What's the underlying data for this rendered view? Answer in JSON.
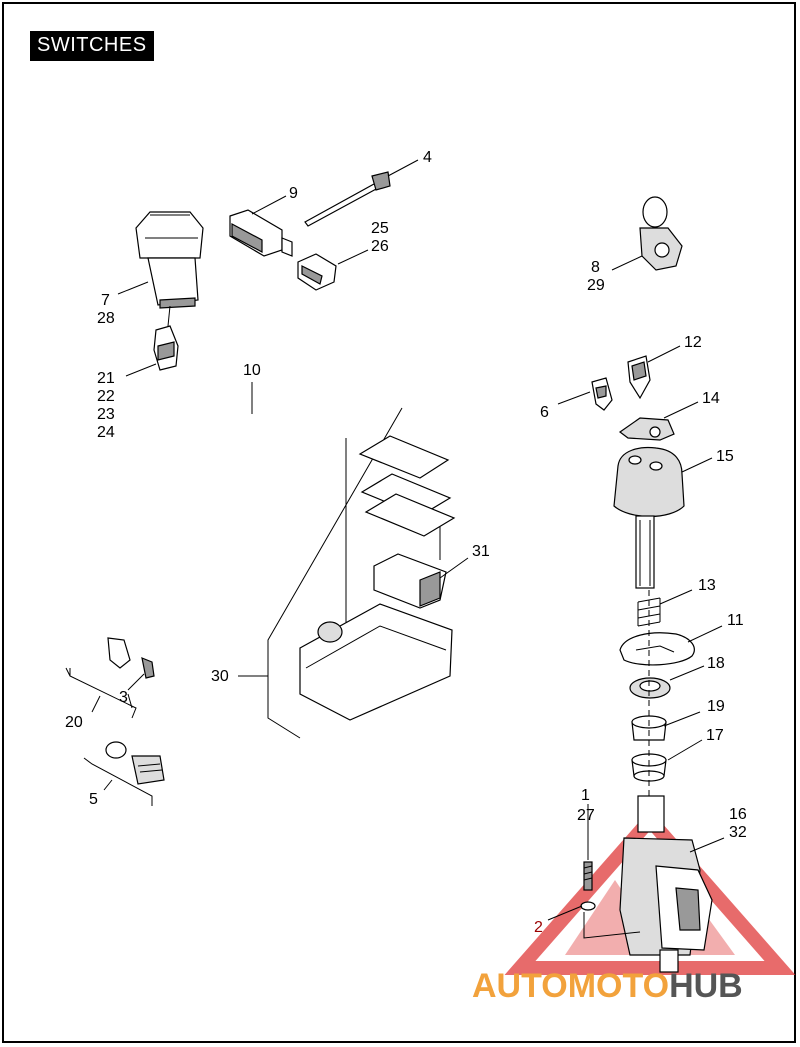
{
  "header": {
    "title": "SWITCHES"
  },
  "callouts": [
    {
      "id": "c1",
      "text": "1"
    },
    {
      "id": "c2",
      "text": "2"
    },
    {
      "id": "c3",
      "text": "3"
    },
    {
      "id": "c4",
      "text": "4"
    },
    {
      "id": "c5",
      "text": "5"
    },
    {
      "id": "c6",
      "text": "6"
    },
    {
      "id": "c7",
      "text": "7"
    },
    {
      "id": "c8",
      "text": "8"
    },
    {
      "id": "c9",
      "text": "9"
    },
    {
      "id": "c10",
      "text": "10"
    },
    {
      "id": "c11",
      "text": "11"
    },
    {
      "id": "c12",
      "text": "12"
    },
    {
      "id": "c13",
      "text": "13"
    },
    {
      "id": "c14",
      "text": "14"
    },
    {
      "id": "c15",
      "text": "15"
    },
    {
      "id": "c16",
      "text": "16"
    },
    {
      "id": "c17",
      "text": "17"
    },
    {
      "id": "c18",
      "text": "18"
    },
    {
      "id": "c19",
      "text": "19"
    },
    {
      "id": "c20",
      "text": "20"
    },
    {
      "id": "c21",
      "text": "21"
    },
    {
      "id": "c22",
      "text": "22"
    },
    {
      "id": "c23",
      "text": "23"
    },
    {
      "id": "c24",
      "text": "24"
    },
    {
      "id": "c25",
      "text": "25"
    },
    {
      "id": "c26",
      "text": "26"
    },
    {
      "id": "c27",
      "text": "27"
    },
    {
      "id": "c28",
      "text": "28"
    },
    {
      "id": "c29",
      "text": "29"
    },
    {
      "id": "c30",
      "text": "30"
    },
    {
      "id": "c31",
      "text": "31"
    },
    {
      "id": "c32",
      "text": "32"
    }
  ],
  "watermark": {
    "part1": "AUTOMOTO",
    "part2": "HUB",
    "accent_color": "#f2a23c",
    "logo_color": "#e03a3a"
  },
  "colors": {
    "ink": "#000000",
    "paper": "#ffffff"
  }
}
